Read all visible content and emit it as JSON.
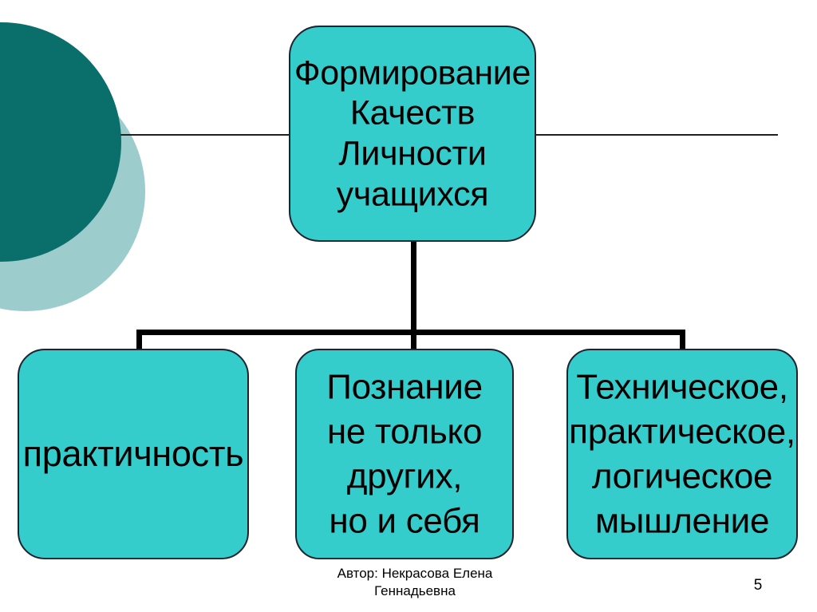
{
  "slide": {
    "background_color": "#ffffff",
    "accent_color": "#35CCCC",
    "deco_dark_color": "#0A6E6B",
    "deco_light_color": "#9CCCCB",
    "outline_color": "#1b2430",
    "connector_color": "#000000"
  },
  "diagram": {
    "root": {
      "text": "Формирование Качеств Личности учащихся"
    },
    "leaves": [
      {
        "text": "практичность"
      },
      {
        "text": "Познание не только других, но и себя"
      },
      {
        "text": "Техническое, практическое, логическое мышление"
      }
    ]
  },
  "footer": {
    "author": "Автор: Некрасова Елена Геннадьевна",
    "page_number": "5"
  }
}
